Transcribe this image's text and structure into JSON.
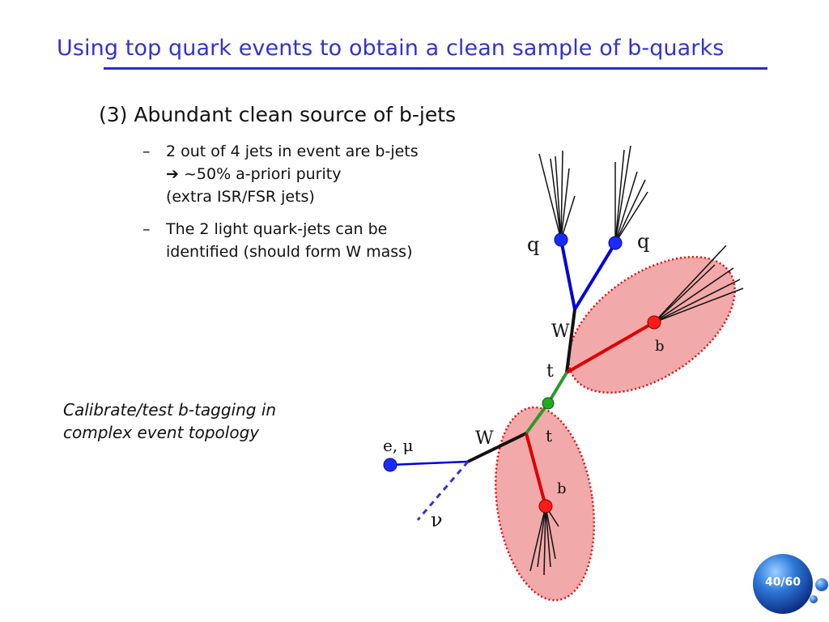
{
  "slide": {
    "title": "Using top quark events to obtain a clean sample of b-quarks",
    "heading": "(3) Abundant clean source of b-jets",
    "bullets": [
      {
        "dash": "–",
        "lines": [
          "2 out of 4 jets in event are b-jets",
          "~50% a-priori purity",
          "(extra ISR/FSR jets)"
        ]
      },
      {
        "dash": "–",
        "lines": [
          "The 2 light quark-jets can be",
          "identified (should form W mass)"
        ]
      }
    ],
    "arrow": "➔",
    "note": [
      "Calibrate/test b-tagging in",
      "complex event topology"
    ],
    "page": "40/60"
  },
  "diagram": {
    "labels": {
      "q_left": "q",
      "q_right": "q",
      "w_top": "W",
      "b_top": "b",
      "t_top": "t",
      "t_bottom": "t",
      "w_bottom": "W",
      "lepton": "e, μ",
      "b_bottom": "b",
      "neutrino": "ν"
    },
    "colors": {
      "light_quark": "#0000dd",
      "b_quark": "#dd0000",
      "top_link": "#2a9a2a",
      "w_boson": "#111111",
      "neutrino": "#3333cc",
      "ellipse_fill": "#f2a5a5",
      "ellipse_border": "#dd0000"
    }
  }
}
